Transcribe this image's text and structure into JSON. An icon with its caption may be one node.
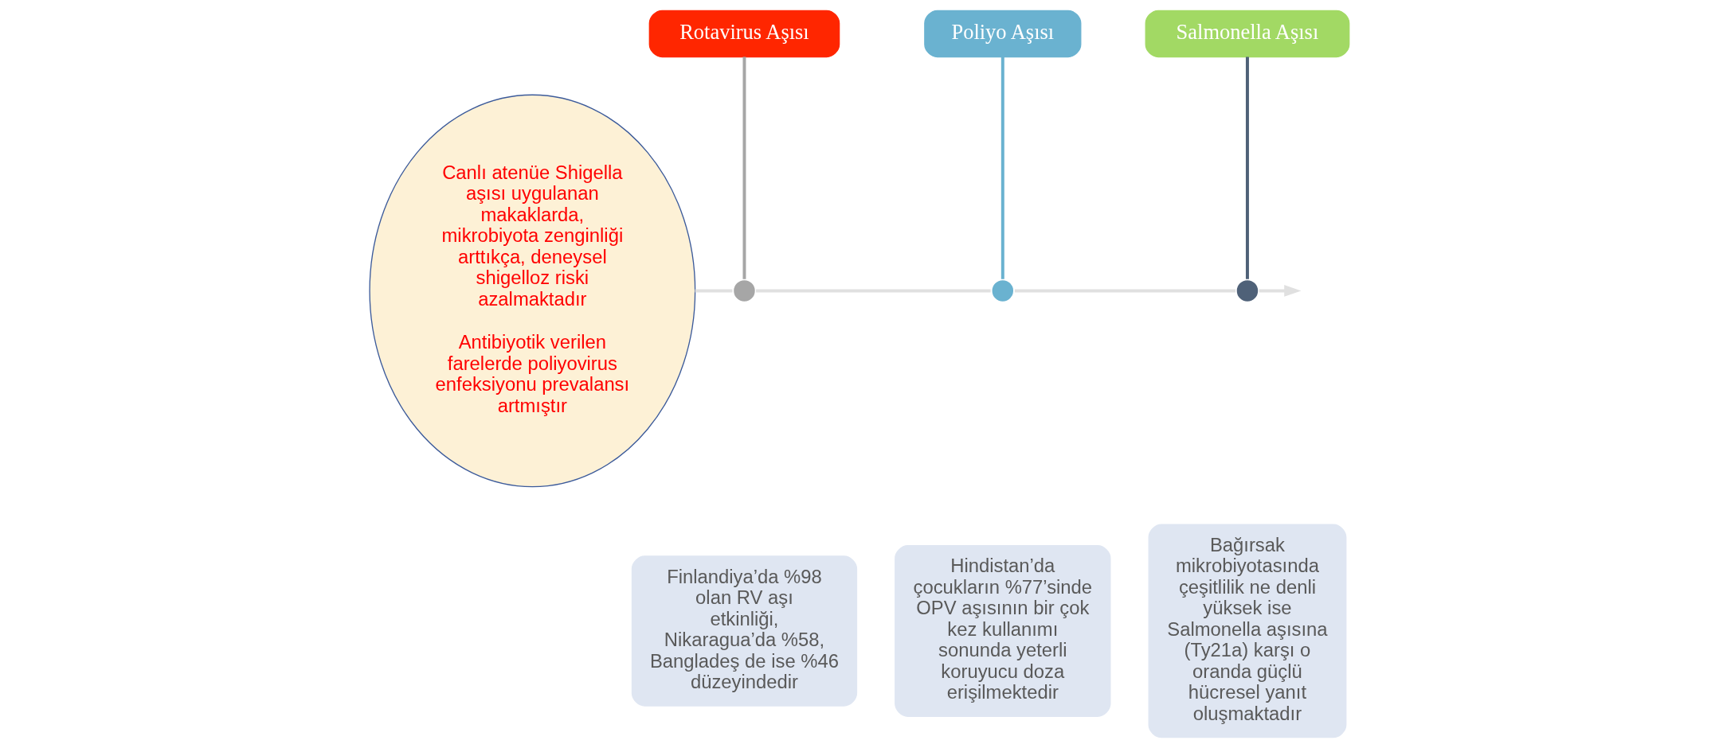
{
  "diagram": {
    "nodes": [
      {
        "text": [
          "Canlı atenüe Shigella aşısı uygulanan makaklarda, mikrobiyota zenginliği arttıkça, deneysel shigelloz riski azalmaktadır",
          "Antibiyotik verilen farelerde poliyovirus enfeksiyonu prevalansı artmıştır"
        ]
      },
      {
        "text": [
          "Rotavirus Aşısı"
        ]
      },
      {
        "text": [],
        "shape": "circle"
      },
      {
        "text": [
          "Finlandiya’da %98 olan RV aşı etkinliği, Nikaragua’da %58, Bangladeş de ise %46 düzeyindedir"
        ]
      },
      {
        "text": [
          "Poliyo Aşısı"
        ]
      },
      {
        "text": [],
        "shape": "circle"
      },
      {
        "text": [
          "Hindistan’da çocukların %77’sinde OPV aşısının bir çok kez kullanımı sonunda yeterli koruyucu doza erişilmektedir"
        ]
      },
      {
        "text": [
          "Salmonella Aşısı"
        ]
      },
      {
        "text": [],
        "shape": "circle"
      },
      {
        "text": [
          "Bağırsak mikrobiyotasında çeşitlilik ne denli yüksek ise Salmonella aşısına (Ty21a) karşı o oranda güçlü hücresel yanıt oluşmaktadır"
        ]
      }
    ],
    "edges": [
      {
        "from": 1,
        "to": 2,
        "arrow": "none",
        "color": "#a6a6a6"
      },
      {
        "from": 4,
        "to": 5,
        "arrow": "none",
        "color": "#6ab2d0"
      },
      {
        "from": 7,
        "to": 8,
        "arrow": "none",
        "color": "#4f6178"
      },
      {
        "from": 0,
        "to": 2,
        "arrow": "none"
      },
      {
        "from": 2,
        "to": 5,
        "arrow": "none"
      },
      {
        "from": 5,
        "to": 8,
        "arrow": "none"
      },
      {
        "from": 8,
        "to": null,
        "arrow": "to"
      }
    ]
  }
}
